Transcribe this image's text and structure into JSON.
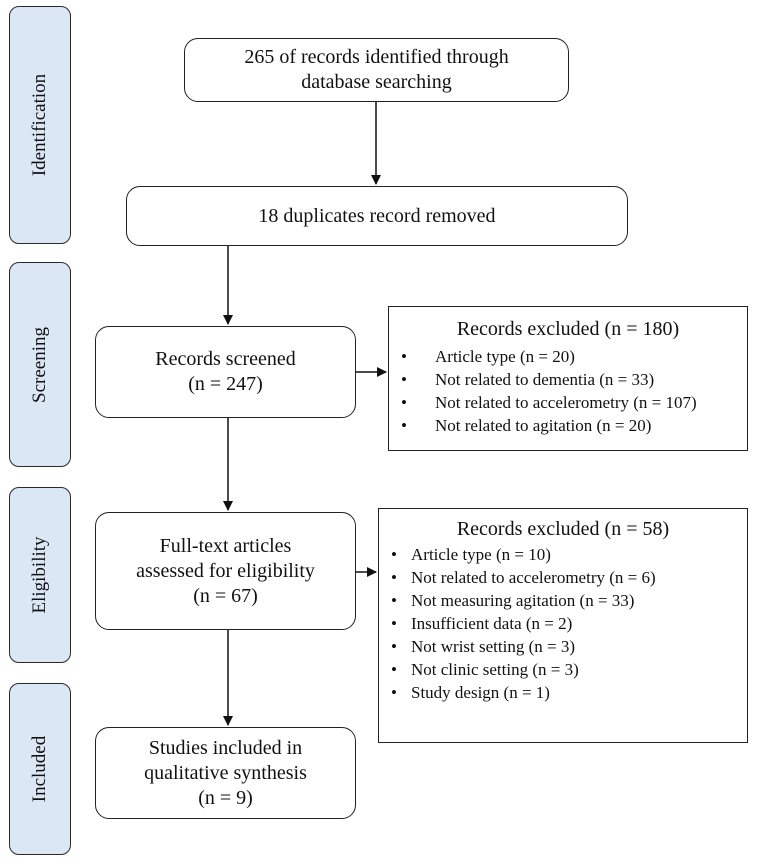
{
  "phases": {
    "identification": "Identification",
    "screening": "Screening",
    "eligibility": "Eligibility",
    "included": "Included"
  },
  "boxes": {
    "identified": [
      "265 of records identified through",
      "database searching"
    ],
    "duplicates": "18 duplicates record removed",
    "screened": [
      "Records screened",
      "(n  = 247)"
    ],
    "fulltext": [
      "Full-text articles",
      "assessed for eligibility",
      "(n = 67)"
    ],
    "included": [
      "Studies included in",
      "qualitative synthesis",
      "(n = 9)"
    ]
  },
  "excluded_screening": {
    "title": "Records excluded  (n = 180)",
    "items": [
      "Article type (n = 20)",
      "Not related to dementia (n = 33)",
      "Not related to accelerometry (n = 107)",
      "Not related to agitation (n = 20)"
    ]
  },
  "excluded_eligibility": {
    "title": "Records excluded (n = 58)",
    "items": [
      "Article type (n = 10)",
      "Not related to accelerometry (n = 6)",
      "Not measuring agitation (n = 33)",
      "Insufficient data (n = 2)",
      "Not wrist setting (n = 3)",
      "Not clinic setting (n = 3)",
      "Study design (n = 1)"
    ]
  },
  "colors": {
    "phase_fill": "#dce7f5",
    "stroke": "#222222"
  }
}
